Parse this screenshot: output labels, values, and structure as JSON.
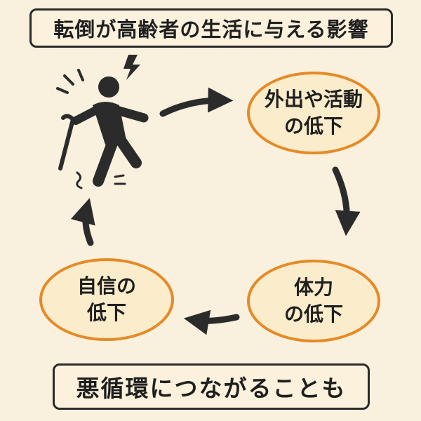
{
  "title": "転倒が高齢者の生活に与える影響",
  "nodes": {
    "outing": {
      "line1": "外出や活動",
      "line2": "の低下"
    },
    "strength": {
      "line1": "体力",
      "line2": "の低下"
    },
    "confidence": {
      "line1": "自信の",
      "line2": "低下"
    }
  },
  "footer": "悪循環につながることも",
  "icons": {
    "figure": "elderly-person-falling-icon",
    "arrow": "cycle-arrow-icon"
  },
  "colors": {
    "background": "#faf0de",
    "node_fill": "#fbeccb",
    "node_border": "#e58a26",
    "ink": "#2b2b2b"
  }
}
